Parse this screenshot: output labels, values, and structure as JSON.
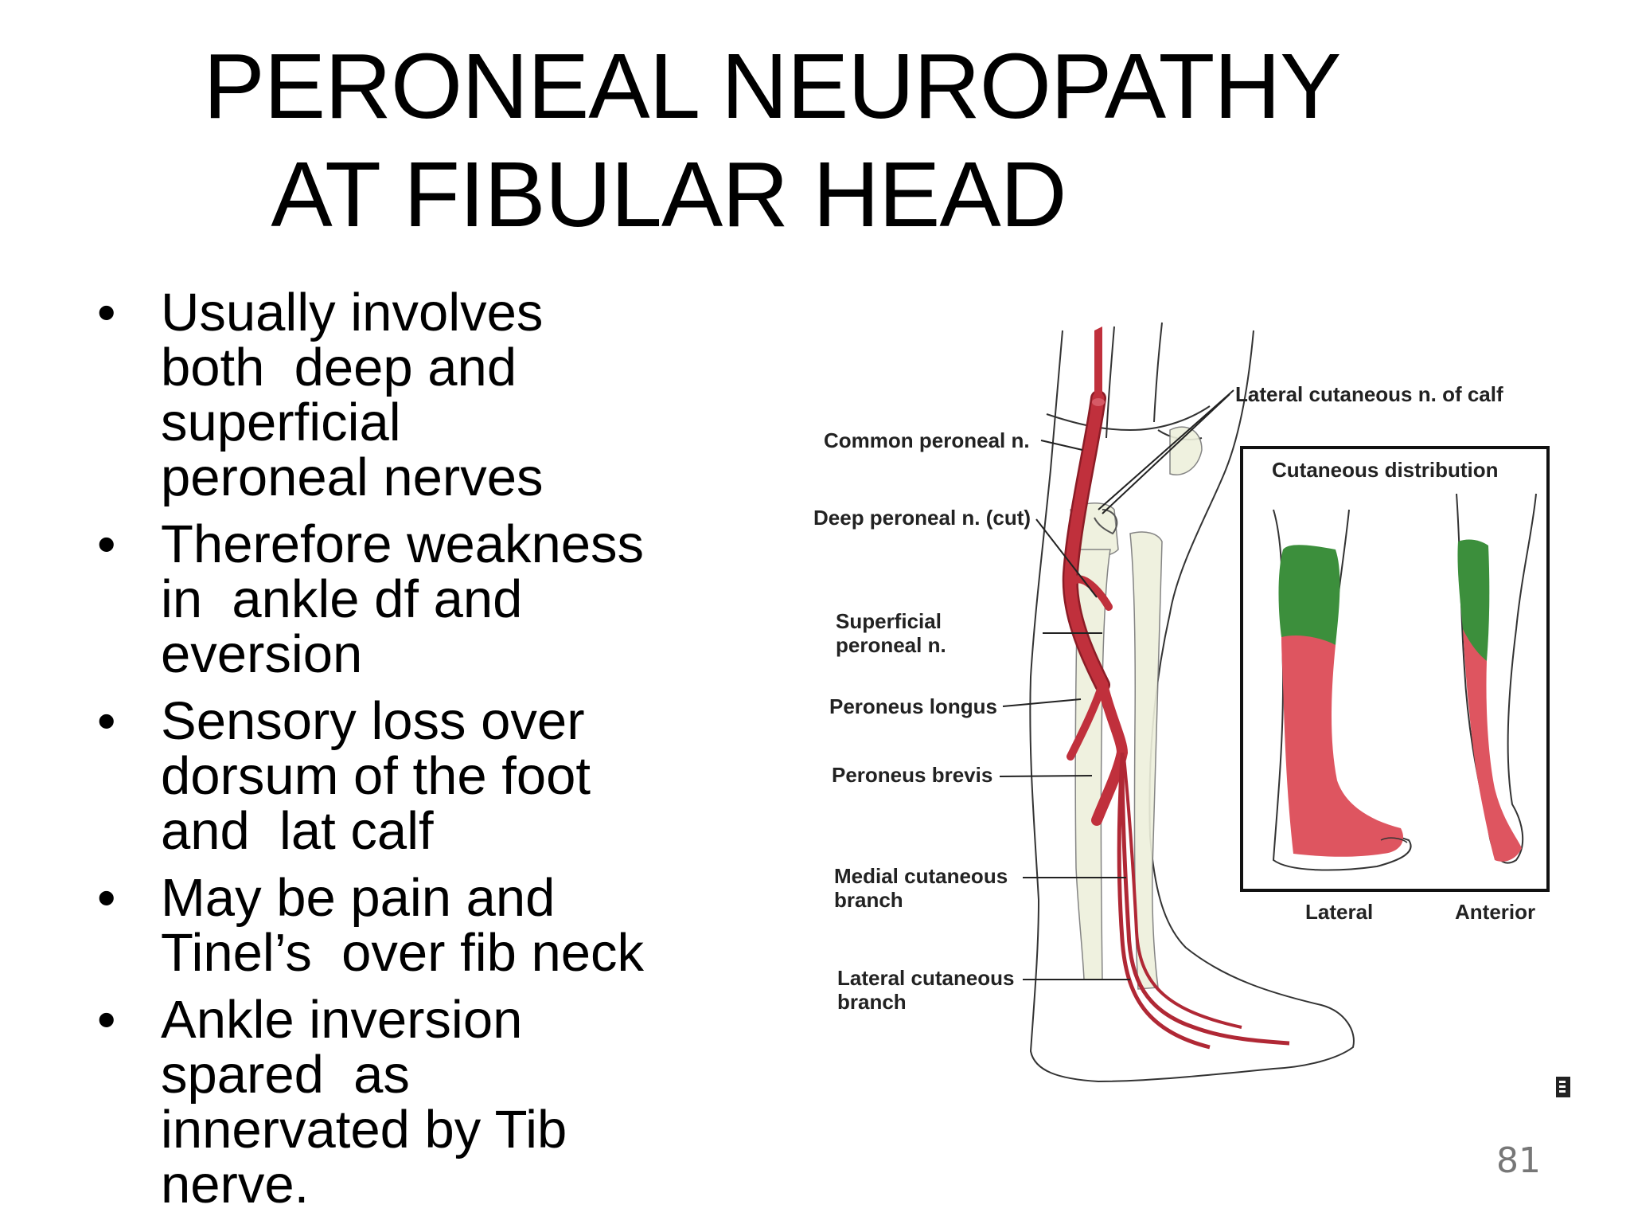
{
  "slide": {
    "title_line1": "PERONEAL NEUROPATHY",
    "title_line2": "AT FIBULAR HEAD",
    "bullet_symbol": "•",
    "bullets": [
      {
        "lines": [
          "Usually involves",
          "both  deep and",
          "superficial",
          "peroneal nerves"
        ]
      },
      {
        "lines": [
          "Therefore weakness",
          "in  ankle df and",
          "eversion"
        ]
      },
      {
        "lines": [
          "Sensory loss over",
          "dorsum of the foot",
          "and  lat calf"
        ]
      },
      {
        "lines": [
          "May be pain and",
          "Tinel’s  over fib neck"
        ]
      },
      {
        "lines": [
          "Ankle inversion",
          "spared  as",
          "innervated by Tib",
          "nerve."
        ]
      }
    ],
    "page_number": "81"
  },
  "diagram": {
    "labels": {
      "lateral_cutaneous_calf": "Lateral cutaneous n. of calf",
      "common_peroneal": "Common peroneal n.",
      "deep_peroneal": "Deep peroneal n. (cut)",
      "superficial_peroneal": "Superficial\nperoneal n.",
      "peroneus_longus": "Peroneus longus",
      "peroneus_brevis": "Peroneus brevis",
      "medial_cutaneous": "Medial cutaneous\nbranch",
      "lateral_cutaneous_branch": "Lateral cutaneous\nbranch",
      "box_title": "Cutaneous distribution",
      "view_lateral": "Lateral",
      "view_anterior": "Anterior"
    },
    "colors": {
      "nerve": "#c0303c",
      "nerve_dark": "#8c1c26",
      "green_region": "#3c8f3c",
      "red_region": "#de5560",
      "bone_fill": "#eef0dc",
      "outline": "#333333"
    }
  }
}
